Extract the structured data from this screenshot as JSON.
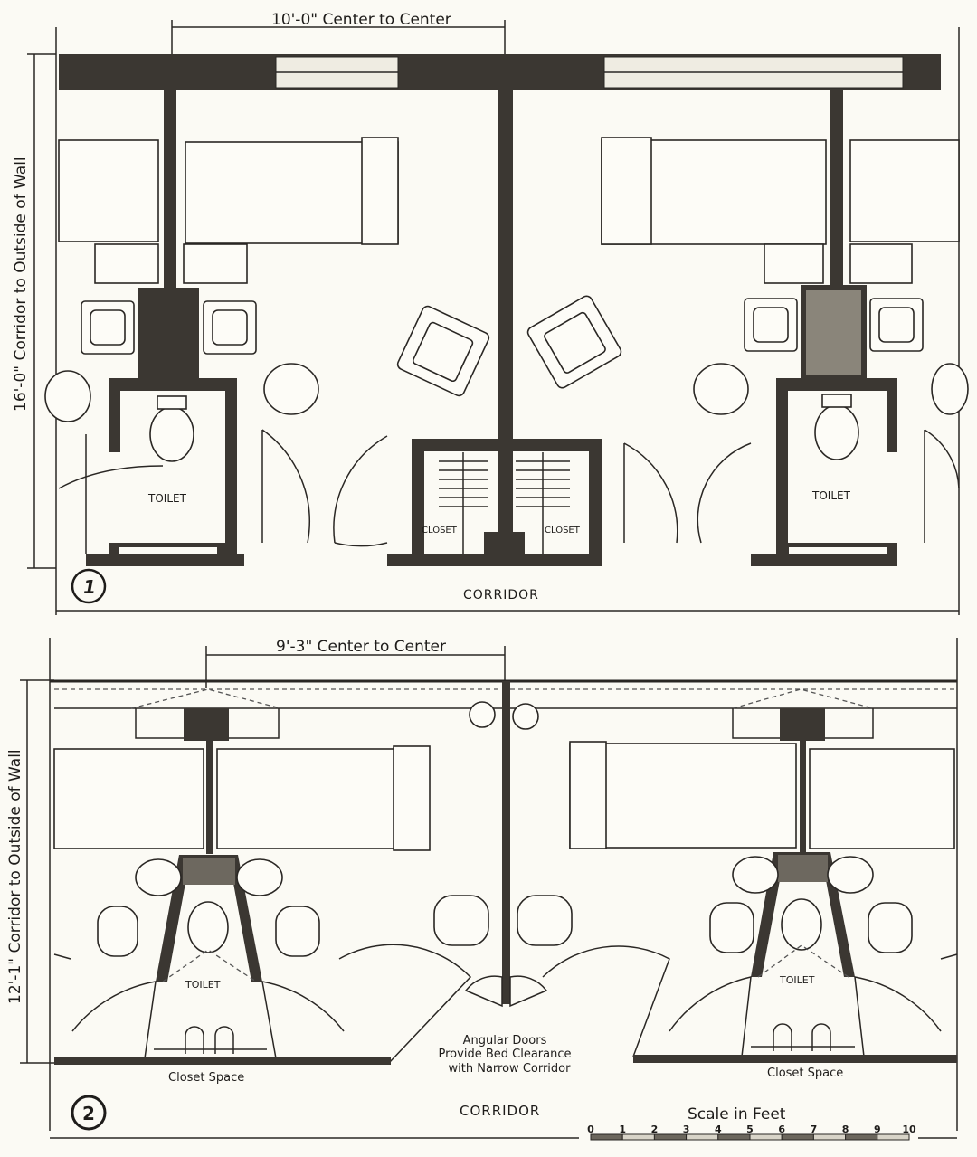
{
  "plan1": {
    "number": "1",
    "width_dimension": "10'-0\" Center to Center",
    "depth_dimension": "16'-0\" Corridor to Outside of Wall",
    "toilet_left": "TOILET",
    "toilet_right": "TOILET",
    "closet_left": "CLOSET",
    "closet_right": "CLOSET",
    "corridor": "CORRIDOR"
  },
  "plan2": {
    "number": "2",
    "width_dimension": "9'-3\" Center to Center",
    "depth_dimension": "12'-1\" Corridor to Outside of Wall",
    "toilet_left": "TOILET",
    "toilet_right": "TOILET",
    "closet_left": "Closet Space",
    "closet_right": "Closet Space",
    "note_lines": [
      "Angular Doors",
      "Provide Bed Clearance",
      "with Narrow Corridor"
    ],
    "corridor": "CORRIDOR"
  },
  "scale": {
    "title": "Scale in Feet",
    "ticks": [
      "0",
      "1",
      "2",
      "3",
      "4",
      "5",
      "6",
      "7",
      "8",
      "9",
      "10"
    ]
  },
  "colors": {
    "ink": "#2a2724",
    "wall": "#3b3732",
    "paper": "#fbfaf4"
  }
}
